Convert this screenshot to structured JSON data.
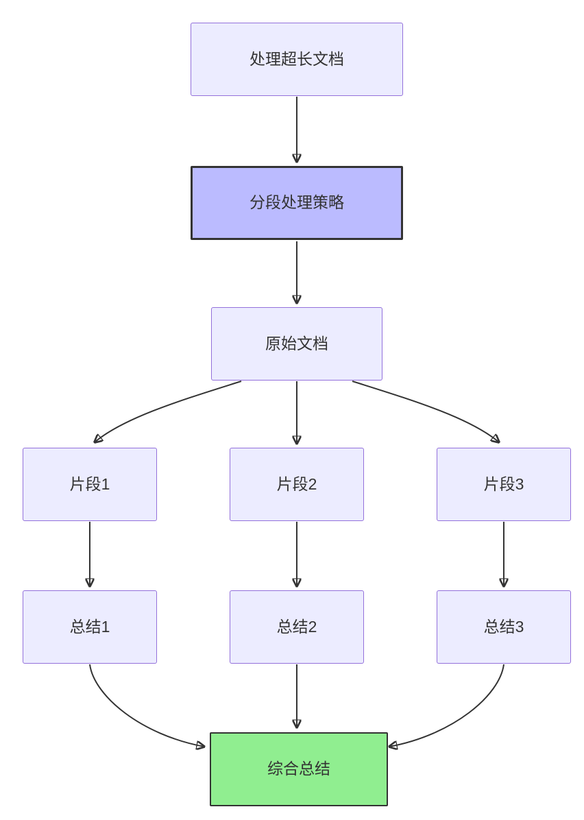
{
  "diagram": {
    "type": "flowchart",
    "direction": "top-down",
    "nodes": [
      {
        "id": "A",
        "label": "处理超长文档",
        "kind": "default"
      },
      {
        "id": "B",
        "label": "分段处理策略",
        "kind": "highlight"
      },
      {
        "id": "C",
        "label": "原始文档",
        "kind": "default"
      },
      {
        "id": "D",
        "label": "片段1",
        "kind": "default"
      },
      {
        "id": "E",
        "label": "片段2",
        "kind": "default"
      },
      {
        "id": "F",
        "label": "片段3",
        "kind": "default"
      },
      {
        "id": "G",
        "label": "总结1",
        "kind": "default"
      },
      {
        "id": "H",
        "label": "总结2",
        "kind": "default"
      },
      {
        "id": "I",
        "label": "总结3",
        "kind": "default"
      },
      {
        "id": "J",
        "label": "综合总结",
        "kind": "result"
      }
    ],
    "edges": [
      {
        "from": "处理超长文档",
        "to": "分段处理策略"
      },
      {
        "from": "分段处理策略",
        "to": "原始文档"
      },
      {
        "from": "原始文档",
        "to": "片段1"
      },
      {
        "from": "原始文档",
        "to": "片段2"
      },
      {
        "from": "原始文档",
        "to": "片段3"
      },
      {
        "from": "片段1",
        "to": "总结1"
      },
      {
        "from": "片段2",
        "to": "总结2"
      },
      {
        "from": "片段3",
        "to": "总结3"
      },
      {
        "from": "总结1",
        "to": "综合总结"
      },
      {
        "from": "总结2",
        "to": "综合总结"
      },
      {
        "from": "总结3",
        "to": "综合总结"
      }
    ],
    "colors": {
      "background": "#FFFFFF",
      "node_fill": "#ECECFF",
      "node_border": "#9370DB",
      "highlight_fill": "#BBBBFF",
      "highlight_border": "#333333",
      "result_fill": "#90EE90",
      "result_border": "#333333",
      "edge": "#333333",
      "text": "#333333"
    }
  }
}
